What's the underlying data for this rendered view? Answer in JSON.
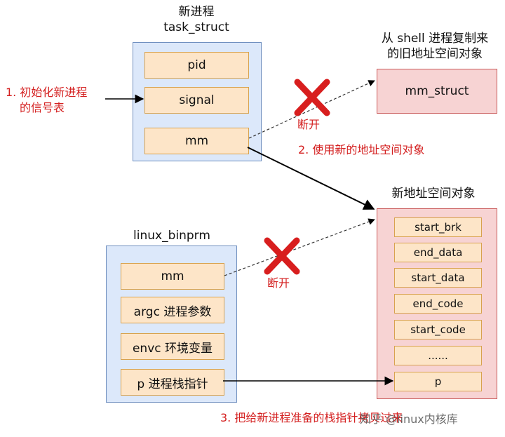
{
  "task": {
    "title_line1": "新进程",
    "title_line2": "task_struct",
    "fields": [
      "pid",
      "signal",
      "mm"
    ]
  },
  "binprm": {
    "title": "linux_binprm",
    "fields": [
      "mm",
      "argc 进程参数",
      "envc 环境变量",
      "p 进程栈指针"
    ]
  },
  "old_space": {
    "title_line1": "从 shell  进程复制来",
    "title_line2": "的旧地址空间对象",
    "label": "mm_struct"
  },
  "new_space": {
    "title": "新地址空间对象",
    "fields": [
      "start_brk",
      "end_data",
      "start_data",
      "end_code",
      "start_code",
      "......",
      "p"
    ]
  },
  "annotations": {
    "step1_line1": "1. 初始化新进程",
    "step1_line2": "的信号表",
    "step2": "2. 使用新的地址空间对象",
    "step3": "3. 把给新进程准备的栈指针拷贝过来",
    "cut_top": "断开",
    "cut_bottom": "断开"
  },
  "watermark": "知乎 @linux内核库",
  "colors": {
    "panel_blue": "#dce8fa",
    "cell_orange": "#fde5c8",
    "panel_pink": "#f7d3d3",
    "annotation_red": "#d42020",
    "cross_red": "#d81e1e"
  }
}
